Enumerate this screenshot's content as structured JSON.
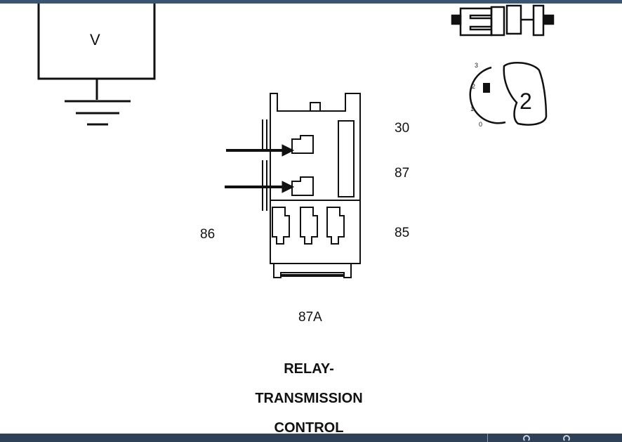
{
  "voltage_source": {
    "label": "V"
  },
  "relay": {
    "pins": {
      "p30": "30",
      "p87": "87",
      "p86": "86",
      "p85": "85",
      "p87a": "87A"
    },
    "title_lines": [
      "RELAY-",
      "TRANSMISSION",
      "CONTROL"
    ]
  },
  "switch_icon": {
    "positions": [
      "3",
      "2",
      "1",
      "0"
    ],
    "key_number": "2"
  }
}
